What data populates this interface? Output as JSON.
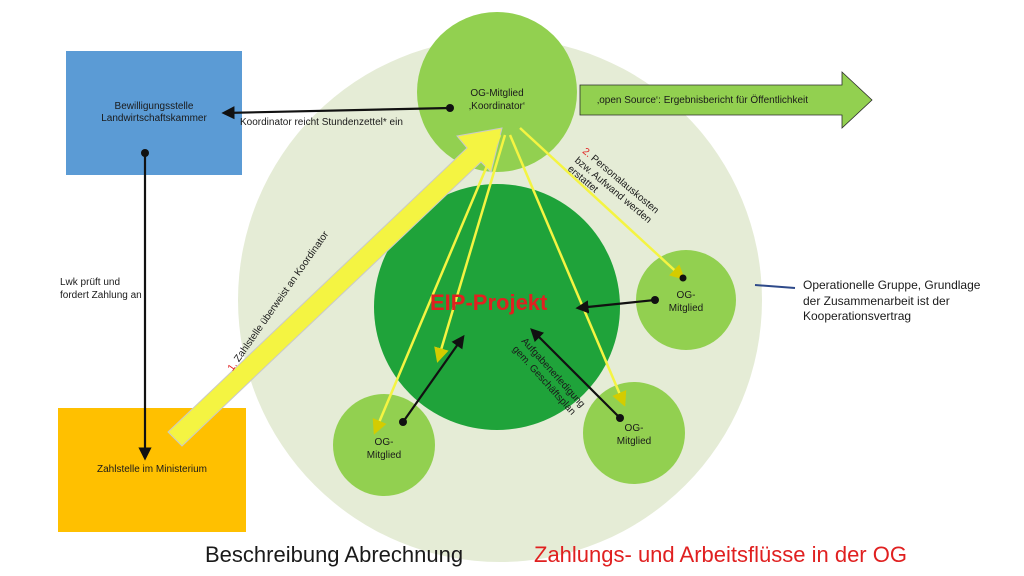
{
  "colors": {
    "outer_circle": "#e5ecd6",
    "light_green": "#92d050",
    "dark_green": "#1fa33a",
    "blue_box": "#5b9bd5",
    "orange_box": "#ffc000",
    "yellow": "#f4f442",
    "red_text": "#e02020"
  },
  "boxes": {
    "bewilligungsstelle": "Bewilligungsstelle Landwirtschaftskammer",
    "zahlstelle": "Zahlstelle im Ministerium"
  },
  "nodes": {
    "koordinator_line1": "OG-Mitglied",
    "koordinator_line2": "‚Koordinator‘",
    "project": "EIP-Projekt",
    "member_right_1": "OG-",
    "member_right_2": "Mitglied",
    "member_bottom_right_1": "OG-",
    "member_bottom_right_2": "Mitglied",
    "member_bottom_left_1": "OG-",
    "member_bottom_left_2": "Mitglied"
  },
  "labels": {
    "koordinator_submits": "Koordinator reicht Stundenzettel* ein",
    "lwk_check": "Lwk prüft und fordert Zahlung an",
    "open_source": "‚open Source‘: Ergebnisbericht für Öffentlichkeit",
    "step1_num": "1.",
    "step1_text": " Zahlstelle überweist an Koordinator",
    "step2_num": "2.",
    "step2_line1": " Personalauskosten",
    "step2_line2": "bzw. Aufwand werden",
    "step2_line3": "erstattet",
    "tasks_line1": "Aufgabenerledigung",
    "tasks_line2": "gem. Geschäftsplan",
    "og_note": "Operationelle Gruppe, Grundlage der Zusammenarbeit ist der Kooperationsvertrag"
  },
  "titles": {
    "left": "Beschreibung Abrechnung",
    "right": "Zahlungs- und Arbeitsflüsse in der OG"
  }
}
